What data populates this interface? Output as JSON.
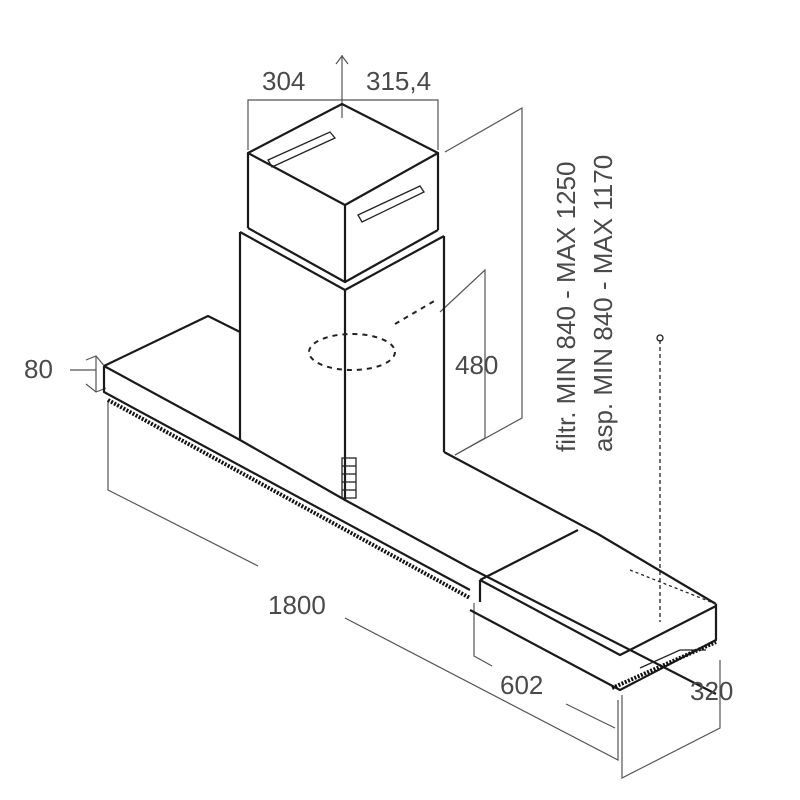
{
  "dimensions": {
    "duct_width": "304",
    "duct_depth": "315,4",
    "height_filter": "filtr. MIN 840 - MAX 1250",
    "height_extraction": "asp. MIN 840 - MAX 1170",
    "canopy_height": "80",
    "upper_height": "480",
    "total_width": "1800",
    "side_width": "602",
    "depth": "320"
  },
  "icons": [
    "fan-vent-icon",
    "control-knob-icon"
  ],
  "colors": {
    "line": "#1a1a1a",
    "dimension": "#555555",
    "text": "#4a4a4a"
  }
}
